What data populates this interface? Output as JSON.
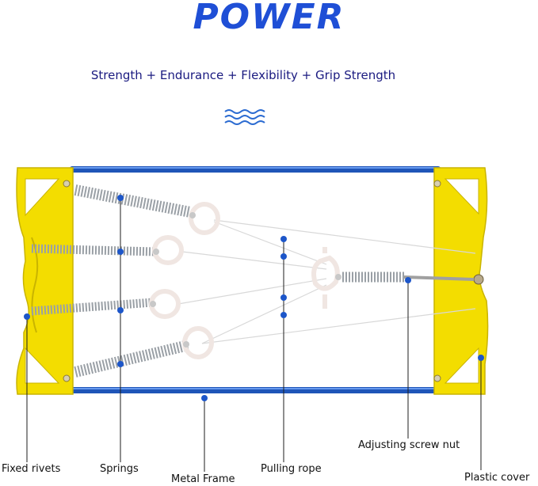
{
  "heading": {
    "title": "POWER",
    "subtitle": "Strength + Endurance + Flexibility + Grip Strength",
    "wave_icon": "wave-icon"
  },
  "labels": {
    "fixed_rivets": "Fixed rivets",
    "springs": "Springs",
    "metal_frame": "Metal Frame",
    "pulling_rope": "Pulling rope",
    "adjusting_screw_nut": "Adjusting screw nut",
    "plastic_cover": "Plastic cover"
  },
  "colors": {
    "title": "#1f4fd6",
    "frame_bar": "#1f55b8",
    "plastic": "#f3dd00",
    "marker": "#1d56c9",
    "spring": "#9aa0a6",
    "ring": "#f4eeec"
  }
}
